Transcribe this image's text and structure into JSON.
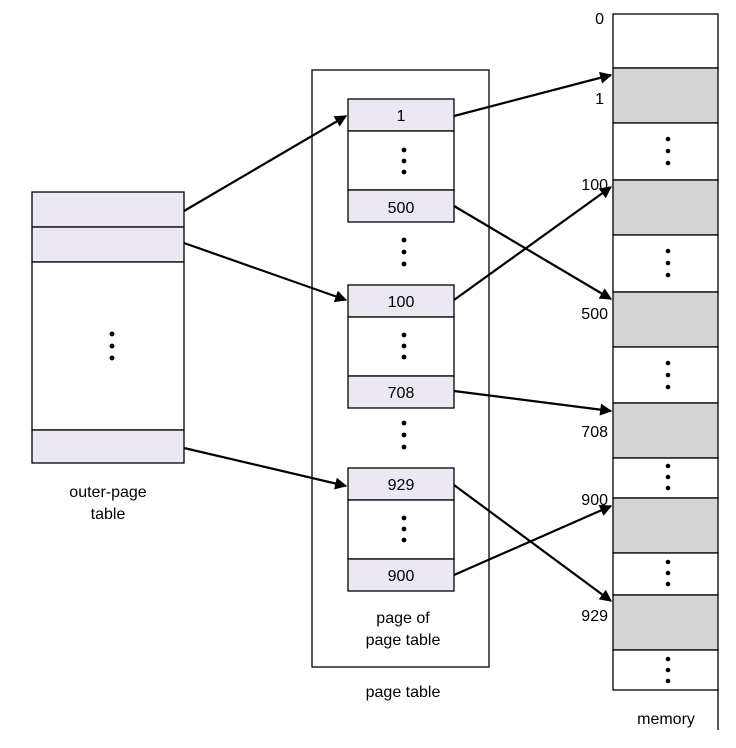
{
  "outer_page_table": {
    "caption_line1": "outer-page",
    "caption_line2": "table"
  },
  "page_table": {
    "caption": "page table",
    "inner_caption_line1": "page of",
    "inner_caption_line2": "page table",
    "groups": [
      {
        "entries": [
          "1",
          "500"
        ]
      },
      {
        "entries": [
          "100",
          "708"
        ]
      },
      {
        "entries": [
          "929",
          "900"
        ]
      }
    ]
  },
  "memory": {
    "caption": "memory",
    "address_labels": [
      "0",
      "1",
      "100",
      "500",
      "708",
      "900",
      "929"
    ]
  },
  "icons": {
    "ellipsis": "vertical-ellipsis-icon",
    "arrow": "arrow-head-icon"
  },
  "colors": {
    "table_entry": "#ece8f2",
    "memory_frame": "#d4d4d4",
    "line": "#000000"
  }
}
